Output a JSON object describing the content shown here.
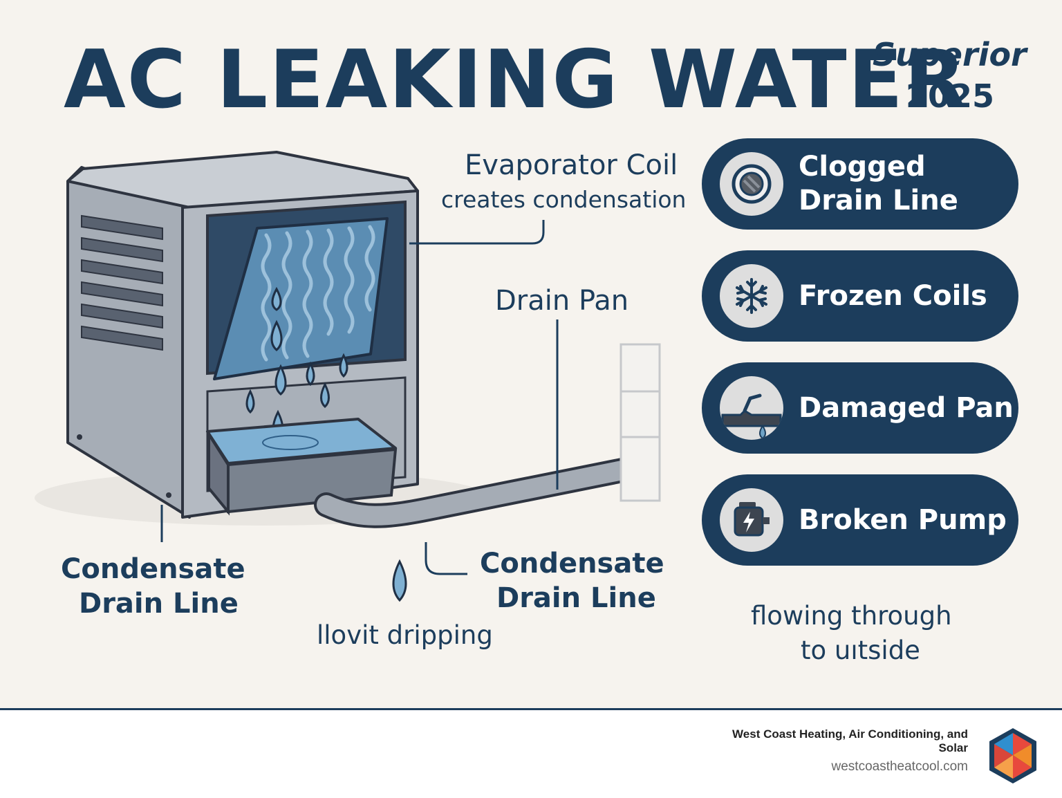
{
  "header": {
    "title": "AC LEAKING WATER",
    "brand": "Superior",
    "year": "2025"
  },
  "diagram": {
    "evaporator_label": "Evaporator Coil",
    "evaporator_sub": "creates condensation",
    "drain_pan_label": "Drain Pan",
    "left_label_1": "Condensate",
    "left_label_2": "Drain Line",
    "mid_label_1": "Condensate",
    "mid_label_2": "Drain Line",
    "dripping_label": "llovit dripping",
    "flow_label_1": "flowing through",
    "flow_label_2": "to uıtside"
  },
  "causes": [
    {
      "line1": "Clogged",
      "line2": "Drain Line",
      "icon": "clogged-drain-icon"
    },
    {
      "line1": "Frozen Coils",
      "icon": "snowflake-icon"
    },
    {
      "line1": "Damaged Pan",
      "icon": "damaged-pan-icon"
    },
    {
      "line1": "Broken Pump",
      "icon": "pump-icon"
    }
  ],
  "footer": {
    "company": "West Coast Heating, Air Conditioning, and Solar",
    "website": "westcoastheatcool.com"
  },
  "colors": {
    "navy": "#1c3d5c",
    "background": "#f6f3ee",
    "water": "#6fa3c6",
    "unit_gray": "#a9b0b9"
  }
}
